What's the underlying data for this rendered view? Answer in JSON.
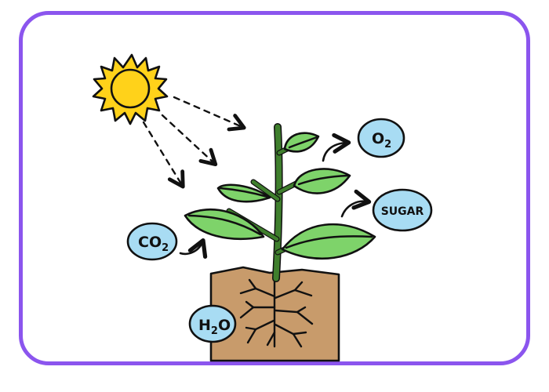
{
  "title": "",
  "labels": {
    "co2": {
      "main": "CO",
      "sub": "2"
    },
    "o2": {
      "main": "O",
      "sub": "2"
    },
    "h2o": {
      "pre": "H",
      "sub": "2",
      "post": "O"
    },
    "sugar": "SUGAR"
  },
  "colors": {
    "frame": "#8b55ee",
    "bubble": "#a8dcf3",
    "sun": "#ffd21a",
    "leaf": "#7ed36a",
    "stem": "#3f7f2d",
    "soil": "#c89b6b"
  },
  "icons": [
    "sun-icon",
    "plant-icon",
    "soil-icon",
    "root-icon",
    "arrow-icon"
  ]
}
